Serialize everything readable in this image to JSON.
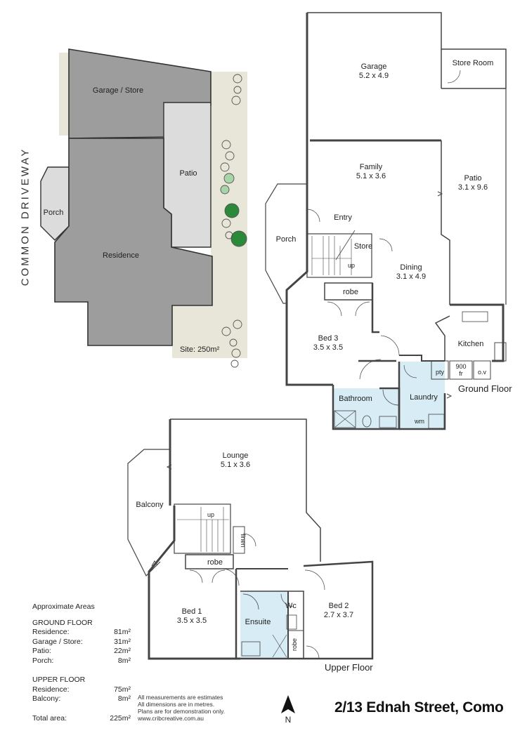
{
  "site_plan": {
    "driveway_label": "COMMON DRIVEWAY",
    "garage_store": "Garage / Store",
    "patio": "Patio",
    "porch": "Porch",
    "residence": "Residence",
    "site_area": "Site: 250m²"
  },
  "ground_floor": {
    "title": "Ground Floor",
    "rooms": {
      "garage": {
        "name": "Garage",
        "dims": "5.2 x 4.9"
      },
      "store_room": {
        "name": "Store Room"
      },
      "family": {
        "name": "Family",
        "dims": "5.1 x 3.6"
      },
      "patio": {
        "name": "Patio",
        "dims": "3.1 x 9.6"
      },
      "entry": {
        "name": "Entry"
      },
      "store": {
        "name": "Store"
      },
      "porch": {
        "name": "Porch"
      },
      "up": {
        "name": "up"
      },
      "dining": {
        "name": "Dining",
        "dims": "3.1 x 4.9"
      },
      "robe": {
        "name": "robe"
      },
      "bed3": {
        "name": "Bed 3",
        "dims": "3.5 x 3.5"
      },
      "kitchen": {
        "name": "Kitchen"
      },
      "pty": {
        "name": "pty"
      },
      "fridge": {
        "line1": "900",
        "line2": "fr"
      },
      "ov": {
        "name": "o.v"
      },
      "bathroom": {
        "name": "Bathroom"
      },
      "laundry": {
        "name": "Laundry"
      },
      "wm": {
        "name": "wm"
      }
    }
  },
  "upper_floor": {
    "title": "Upper Floor",
    "rooms": {
      "lounge": {
        "name": "Lounge",
        "dims": "5.1 x 3.6"
      },
      "balcony": {
        "name": "Balcony"
      },
      "up": {
        "name": "up"
      },
      "linen": {
        "name": "linen"
      },
      "robe": {
        "name": "robe"
      },
      "bed1": {
        "name": "Bed 1",
        "dims": "3.5 x 3.5"
      },
      "ensuite": {
        "name": "Ensuite"
      },
      "wc": {
        "name": "Wc"
      },
      "robe2": {
        "name": "robe"
      },
      "bed2": {
        "name": "Bed 2",
        "dims": "2.7 x 3.7"
      }
    }
  },
  "areas": {
    "heading": "Approximate Areas",
    "ground_heading": "GROUND FLOOR",
    "ground": [
      {
        "label": "Residence:",
        "value": "81m²"
      },
      {
        "label": "Garage / Store:",
        "value": "31m²"
      },
      {
        "label": "Patio:",
        "value": "22m²"
      },
      {
        "label": "Porch:",
        "value": "8m²"
      }
    ],
    "upper_heading": "UPPER FLOOR",
    "upper": [
      {
        "label": "Residence:",
        "value": "75m²"
      },
      {
        "label": "Balcony:",
        "value": "8m²"
      }
    ],
    "total": {
      "label": "Total area:",
      "value": "225m²"
    }
  },
  "notes": [
    "All measurements are estimates",
    "All dimensions are in metres.",
    "Plans are for demonstration only.",
    "www.cribcreative.com.au"
  ],
  "north": "N",
  "address": "2/13 Ednah Street, Como",
  "colors": {
    "building_grey": "#9d9d9d",
    "patio_grey": "#dcdcdc",
    "site_beige": "#e8e6d8",
    "wet_area_blue": "#d7ecf5",
    "wall": "#444444"
  }
}
